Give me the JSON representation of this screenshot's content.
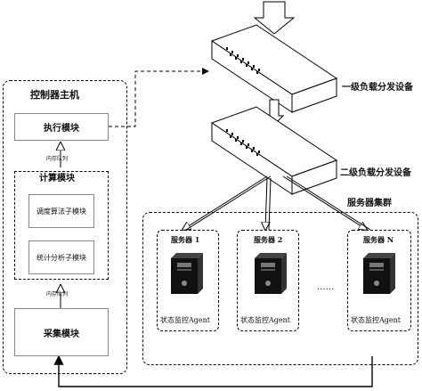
{
  "controller": {
    "title": "控制器主机",
    "exec_module": "执行模块",
    "queue_upper": "内存队列",
    "compute": {
      "title": "计算模块",
      "sched_submodule": "调度算法子模块",
      "stats_submodule": "统计分析子模块"
    },
    "queue_lower": "内存队列",
    "collect_module": "采集模块"
  },
  "balancers": {
    "primary": "一级负载分发设备",
    "secondary": "二级负载分发设备"
  },
  "cluster": {
    "title": "服务器集群",
    "servers": [
      {
        "label": "服务器 1",
        "agent": "状态监控Agent"
      },
      {
        "label": "服务器 2",
        "agent": "状态监控Agent"
      },
      {
        "label": "服务器 N",
        "agent": "状态监控Agent"
      }
    ],
    "ellipsis": "......"
  },
  "colors": {
    "line": "#000000",
    "box_border": "#888888",
    "arrow_fill": "#ffffff"
  },
  "icons": [
    "load-balancer-icon",
    "server-tower-icon",
    "arrow-down-icon"
  ]
}
